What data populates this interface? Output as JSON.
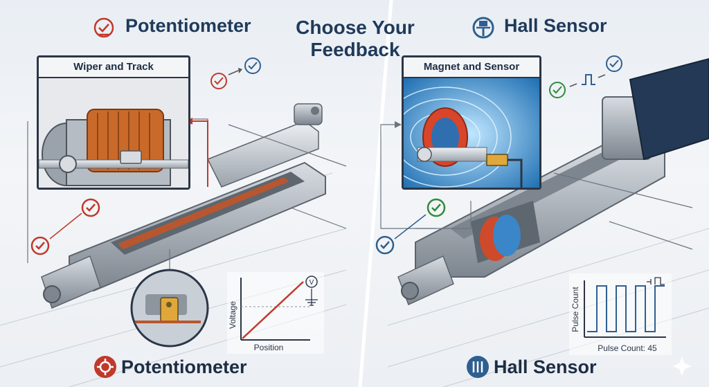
{
  "header": {
    "title_line1": "Choose Your",
    "title_line2": "Feedback",
    "left_heading": "Potentiometer",
    "right_heading": "Hall Sensor"
  },
  "left": {
    "callout_title": "Wiper and Track",
    "footer_label": "Potentiometer",
    "graph": {
      "ylabel": "Voltage",
      "xlabel": "Position",
      "symbol": "V"
    }
  },
  "right": {
    "callout_title": "Magnet and Sensor",
    "footer_label": "Hall Sensor",
    "graph": {
      "ylabel": "Pulse Count",
      "readout": "Pulse Count: 45"
    }
  },
  "colors": {
    "potentiometer_accent": "#c0392b",
    "hall_accent": "#2f5f8f",
    "check_green": "#2e8b3a",
    "title_navy": "#1f3a5a"
  },
  "chart_data": [
    {
      "type": "line",
      "title": "",
      "xlabel": "Position",
      "ylabel": "Voltage",
      "series": [
        {
          "x": [
            0,
            1
          ],
          "values": [
            0,
            1
          ]
        }
      ]
    },
    {
      "type": "line",
      "title": "",
      "xlabel": "",
      "ylabel": "Pulse Count",
      "series": [
        {
          "x": [
            0,
            1,
            1,
            2,
            2,
            3,
            3,
            4,
            4,
            5,
            5,
            6,
            6,
            7,
            7,
            8
          ],
          "values": [
            0,
            0,
            1,
            1,
            0,
            0,
            1,
            1,
            0,
            0,
            1,
            1,
            0,
            0,
            1,
            1
          ]
        }
      ]
    }
  ]
}
